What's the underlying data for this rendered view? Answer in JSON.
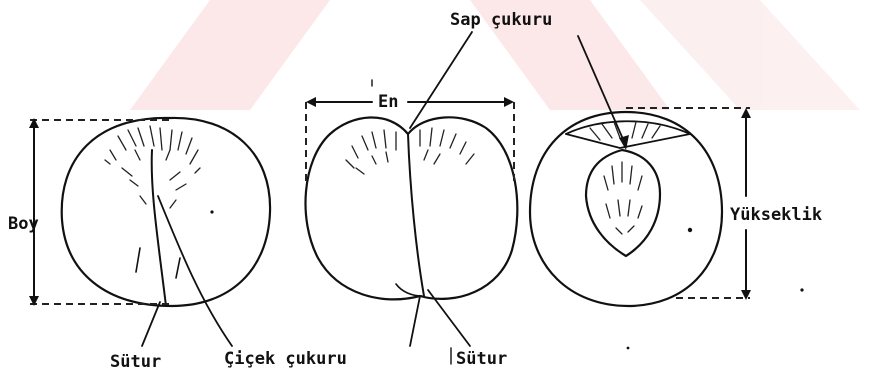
{
  "labels": {
    "boy": "Boy",
    "en": "En",
    "sap_cukuru": "Sap çukuru",
    "yukseklik": "Yükseklik",
    "sutur_left": "Sütur",
    "cicek_cukuru": "Çiçek çukuru",
    "sutur_right": "Sütur"
  },
  "colors": {
    "ink": "#111111",
    "watermark": "#f9d6d6",
    "background": "#ffffff"
  }
}
